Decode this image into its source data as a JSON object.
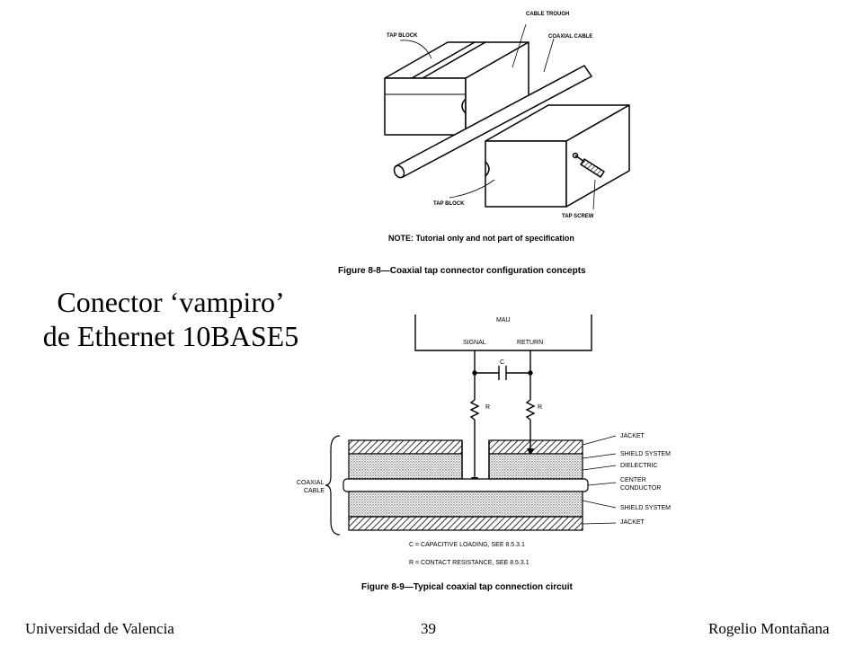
{
  "slide": {
    "title_line1": "Conector ‘vampiro’",
    "title_line2": "de Ethernet 10BASE5"
  },
  "figure_top": {
    "labels": {
      "cable_trough": "CABLE TROUGH",
      "tap_block_top": "TAP BLOCK",
      "coaxial_cable": "COAXIAL CABLE",
      "tap_block_bottom": "TAP BLOCK",
      "tap_screw": "TAP SCREW"
    },
    "note": "NOTE: Tutorial only and not part of specification",
    "caption": "Figure 8-8—Coaxial tap connector configuration concepts"
  },
  "figure_bottom": {
    "labels": {
      "mau": "MAU",
      "signal": "SIGNAL",
      "return": "RETURN",
      "c": "C",
      "r_left": "R",
      "r_right": "R",
      "coaxial_cable_1": "COAXIAL",
      "coaxial_cable_2": "CABLE",
      "jacket_top": "JACKET",
      "shield_top": "SHIELD SYSTEM",
      "dielectric": "DIELECTRIC",
      "center_1": "CENTER",
      "center_2": "CONDUCTOR",
      "shield_bottom": "SHIELD SYSTEM",
      "jacket_bottom": "JACKET"
    },
    "notes": [
      "C  =  CAPACITIVE LOADING, SEE 8.5.3.1",
      "R  =  CONTACT RESISTANCE, SEE 8.5.3.1"
    ],
    "caption": "Figure 8-9—Typical coaxial tap connection circuit"
  },
  "footer": {
    "left": "Universidad de Valencia",
    "page": "39",
    "right": "Rogelio Montañana"
  }
}
